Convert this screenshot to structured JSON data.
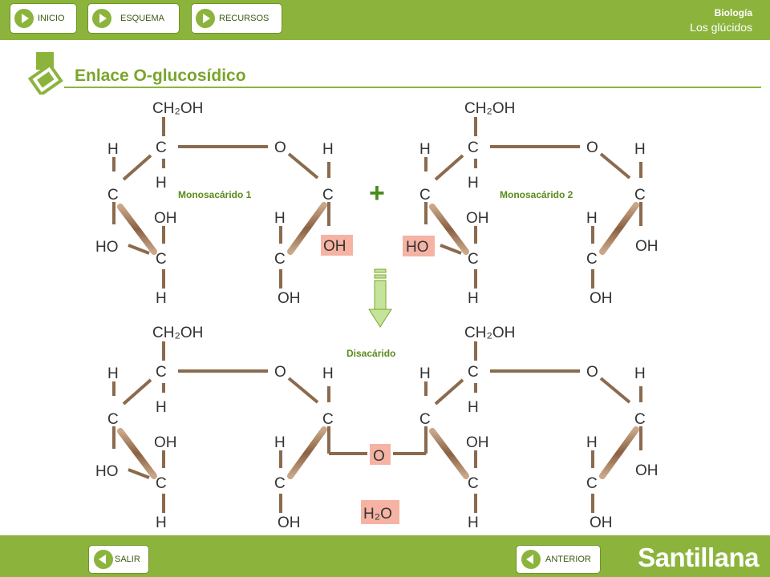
{
  "nav": {
    "inicio": "INICIO",
    "esquema": "ESQUEMA",
    "recursos": "RECURSOS"
  },
  "header": {
    "subject": "Biología",
    "topic": "Los glúcidos"
  },
  "title": "Enlace O-glucosídico",
  "diagram": {
    "mono1_label": "Monosacárido 1",
    "mono2_label": "Monosacárido 2",
    "plus": "+",
    "disaccharide_label": "Disacárido",
    "ch2oh": "CH₂OH",
    "c": "C",
    "o": "O",
    "h": "H",
    "oh": "OH",
    "ho": "HO",
    "water": "H₂O",
    "bridge_o": "O"
  },
  "footer": {
    "salir": "SALIR",
    "anterior": "ANTERIOR",
    "brand": "Santillana"
  },
  "colors": {
    "accent": "#8cb43c",
    "bond": "#a8876a",
    "highlight": "#f6b3a3"
  }
}
